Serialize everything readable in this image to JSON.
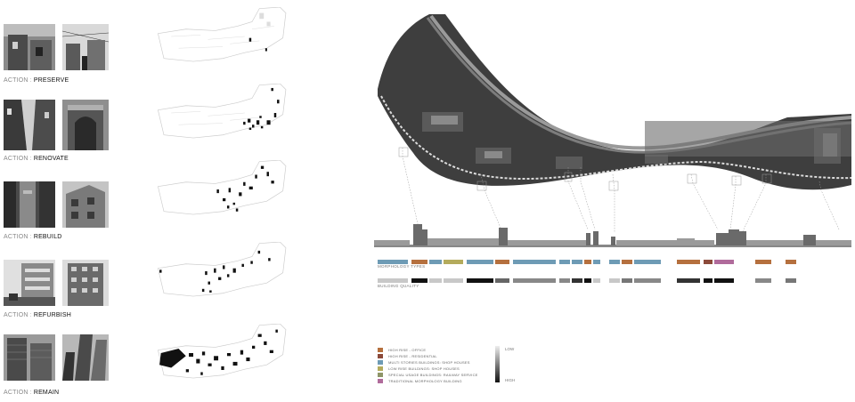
{
  "actions": [
    {
      "prefix": "ACTION",
      "separator": ":",
      "verb": "PRESERVE"
    },
    {
      "prefix": "ACTION",
      "separator": ":",
      "verb": "RENOVATE"
    },
    {
      "prefix": "ACTION",
      "separator": ":",
      "verb": "REBUILD"
    },
    {
      "prefix": "ACTION",
      "separator": ":",
      "verb": "REFURBISH"
    },
    {
      "prefix": "ACTION",
      "separator": ":",
      "verb": "REMAIN"
    }
  ],
  "section_labels": {
    "morphology_types": "MORPHOLOGY TYPES",
    "building_quality": "BUILDING QUALITY"
  },
  "legend": [
    {
      "label": "HIGH RISE - OFFICE",
      "color": "#b5703e"
    },
    {
      "label": "HIGH RISE - RESIDENTIAL",
      "color": "#8c4a3a"
    },
    {
      "label": "MULTI STORIES BUILDINGS: SHOP HOUSES",
      "color": "#6e9bb5"
    },
    {
      "label": "LOW RISE BUILDINGS: SHOP HOUSES",
      "color": "#b4ab5c"
    },
    {
      "label": "SPECIAL USAGE BUILDINGS: RAILWAY SERVICE",
      "color": "#8e9568"
    },
    {
      "label": "TRADITIONAL MORPHOLOGY BUILDING",
      "color": "#b06b9b"
    }
  ],
  "quality_scale": {
    "low": "LOW",
    "high": "HIGH"
  },
  "morphology_bar_colors": [
    "#6e9bb5",
    "#b5703e",
    "#6e9bb5",
    "#b4ab5c",
    "#6e9bb5",
    "#b5703e",
    "#6e9bb5",
    "#6e9bb5",
    "#6e9bb5",
    "#b5703e",
    "#6e9bb5",
    "#6e9bb5",
    "#b5703e",
    "#6e9bb5",
    "#b5703e",
    "#8c4a3a",
    "#b06b9b",
    "#b5703e",
    "#b5703e"
  ],
  "quality_bar_colors": [
    "#c8c8c8",
    "#111111",
    "#c8c8c8",
    "#c8c8c8",
    "#111111",
    "#666666",
    "#888888",
    "#888888",
    "#333333",
    "#111111",
    "#c8c8c8",
    "#c8c8c8",
    "#777777",
    "#888888",
    "#333333",
    "#111111",
    "#111111",
    "#888888",
    "#777777"
  ]
}
